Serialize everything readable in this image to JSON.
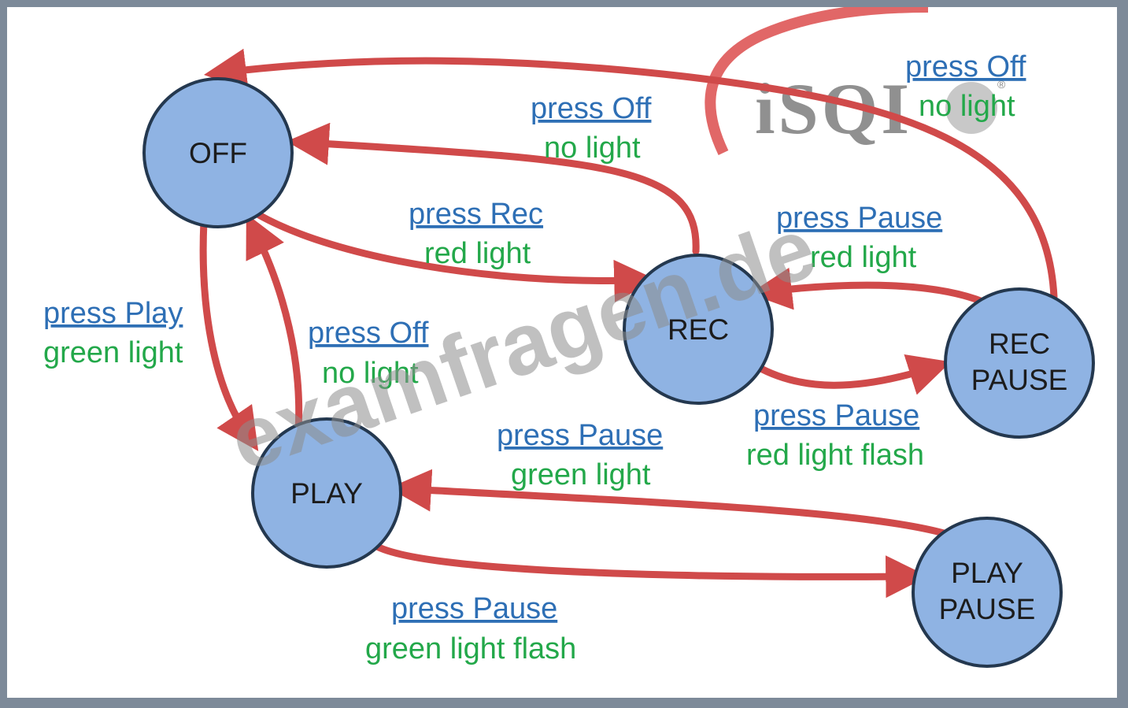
{
  "logo": {
    "text": "iSQI",
    "mark": "®"
  },
  "watermark": "examfragen.de",
  "states": {
    "off": "OFF",
    "rec": "REC",
    "play": "PLAY",
    "rec_pause": [
      "REC",
      "PAUSE"
    ],
    "play_pause": [
      "PLAY",
      "PAUSE"
    ]
  },
  "transitions": [
    {
      "id": "off-to-rec",
      "event": "press Rec",
      "action": "red light"
    },
    {
      "id": "rec-to-off",
      "event": "press Off",
      "action": "no light"
    },
    {
      "id": "recpause-to-off",
      "event": "press Off",
      "action": "no light"
    },
    {
      "id": "off-to-play",
      "event": "press Play",
      "action": "green light"
    },
    {
      "id": "play-to-off",
      "event": "press Off",
      "action": "no light"
    },
    {
      "id": "recpause-to-rec",
      "event": "press Pause",
      "action": "red light"
    },
    {
      "id": "rec-to-recpause",
      "event": "press Pause",
      "action": "red light flash"
    },
    {
      "id": "playpause-to-play",
      "event": "press Pause",
      "action": "green light"
    },
    {
      "id": "play-to-playpause",
      "event": "press Pause",
      "action": "green light flash"
    }
  ],
  "colors": {
    "arrow": "#d04a4a",
    "node_fill": "#8fb3e3",
    "node_stroke": "#24384f",
    "event_text": "#2e6fb5",
    "action_text": "#23a84a",
    "frame": "#7d8a99"
  }
}
